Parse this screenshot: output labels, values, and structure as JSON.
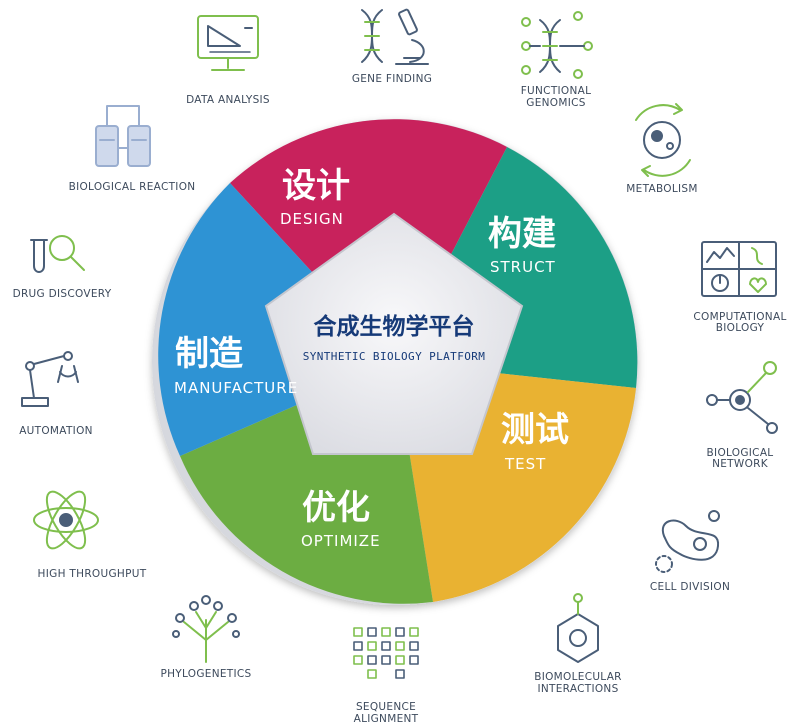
{
  "center": {
    "title": "合成生物学平台",
    "subtitle": "SYNTHETIC BIOLOGY PLATFORM"
  },
  "segments": [
    {
      "cn": "设计",
      "en": "DESIGN",
      "color": "#c8215b"
    },
    {
      "cn": "构建",
      "en": "STRUCT",
      "color": "#1f9f86"
    },
    {
      "cn": "测试",
      "en": "TEST",
      "color": "#e9b233"
    },
    {
      "cn": "优化",
      "en": "OPTIMIZE",
      "color": "#6cad43"
    },
    {
      "cn": "制造",
      "en": "MANUFACTURE",
      "color": "#2f93d4"
    }
  ],
  "applications": [
    {
      "label": "DATA ANALYSIS",
      "icon": "monitor-icon"
    },
    {
      "label": "GENE FINDING",
      "icon": "dna-microscope-icon"
    },
    {
      "label_lines": [
        "FUNCTIONAL",
        "GENOMICS"
      ],
      "icon": "dna-network-icon"
    },
    {
      "label": "METABOLISM",
      "icon": "cell-cycle-icon"
    },
    {
      "label_lines": [
        "COMPUTATIONAL",
        "BIOLOGY"
      ],
      "icon": "data-grid-icon"
    },
    {
      "label_lines": [
        "BIOLOGICAL",
        "NETWORK"
      ],
      "icon": "network-nodes-icon"
    },
    {
      "label": "CELL DIVISION",
      "icon": "cell-division-icon"
    },
    {
      "label_lines": [
        "BIOMOLECULAR",
        "INTERACTIONS"
      ],
      "icon": "benzene-icon"
    },
    {
      "label_lines": [
        "SEQUENCE",
        "ALIGNMENT"
      ],
      "icon": "sequence-grid-icon"
    },
    {
      "label": "PHYLOGENETICS",
      "icon": "tree-icon"
    },
    {
      "label": "HIGH THROUGHPUT",
      "icon": "atom-icon"
    },
    {
      "label": "AUTOMATION",
      "icon": "robot-arm-icon"
    },
    {
      "label": "DRUG DISCOVERY",
      "icon": "test-tube-magnifier-icon"
    },
    {
      "label": "BIOLOGICAL REACTION",
      "icon": "reactor-icon"
    }
  ],
  "colors": {
    "label": "#3d4a5c",
    "icon_line": "#4a5e78",
    "icon_accent": "#7fbf4d",
    "center_fill": "#ecedf1",
    "center_text": "#163a78"
  }
}
